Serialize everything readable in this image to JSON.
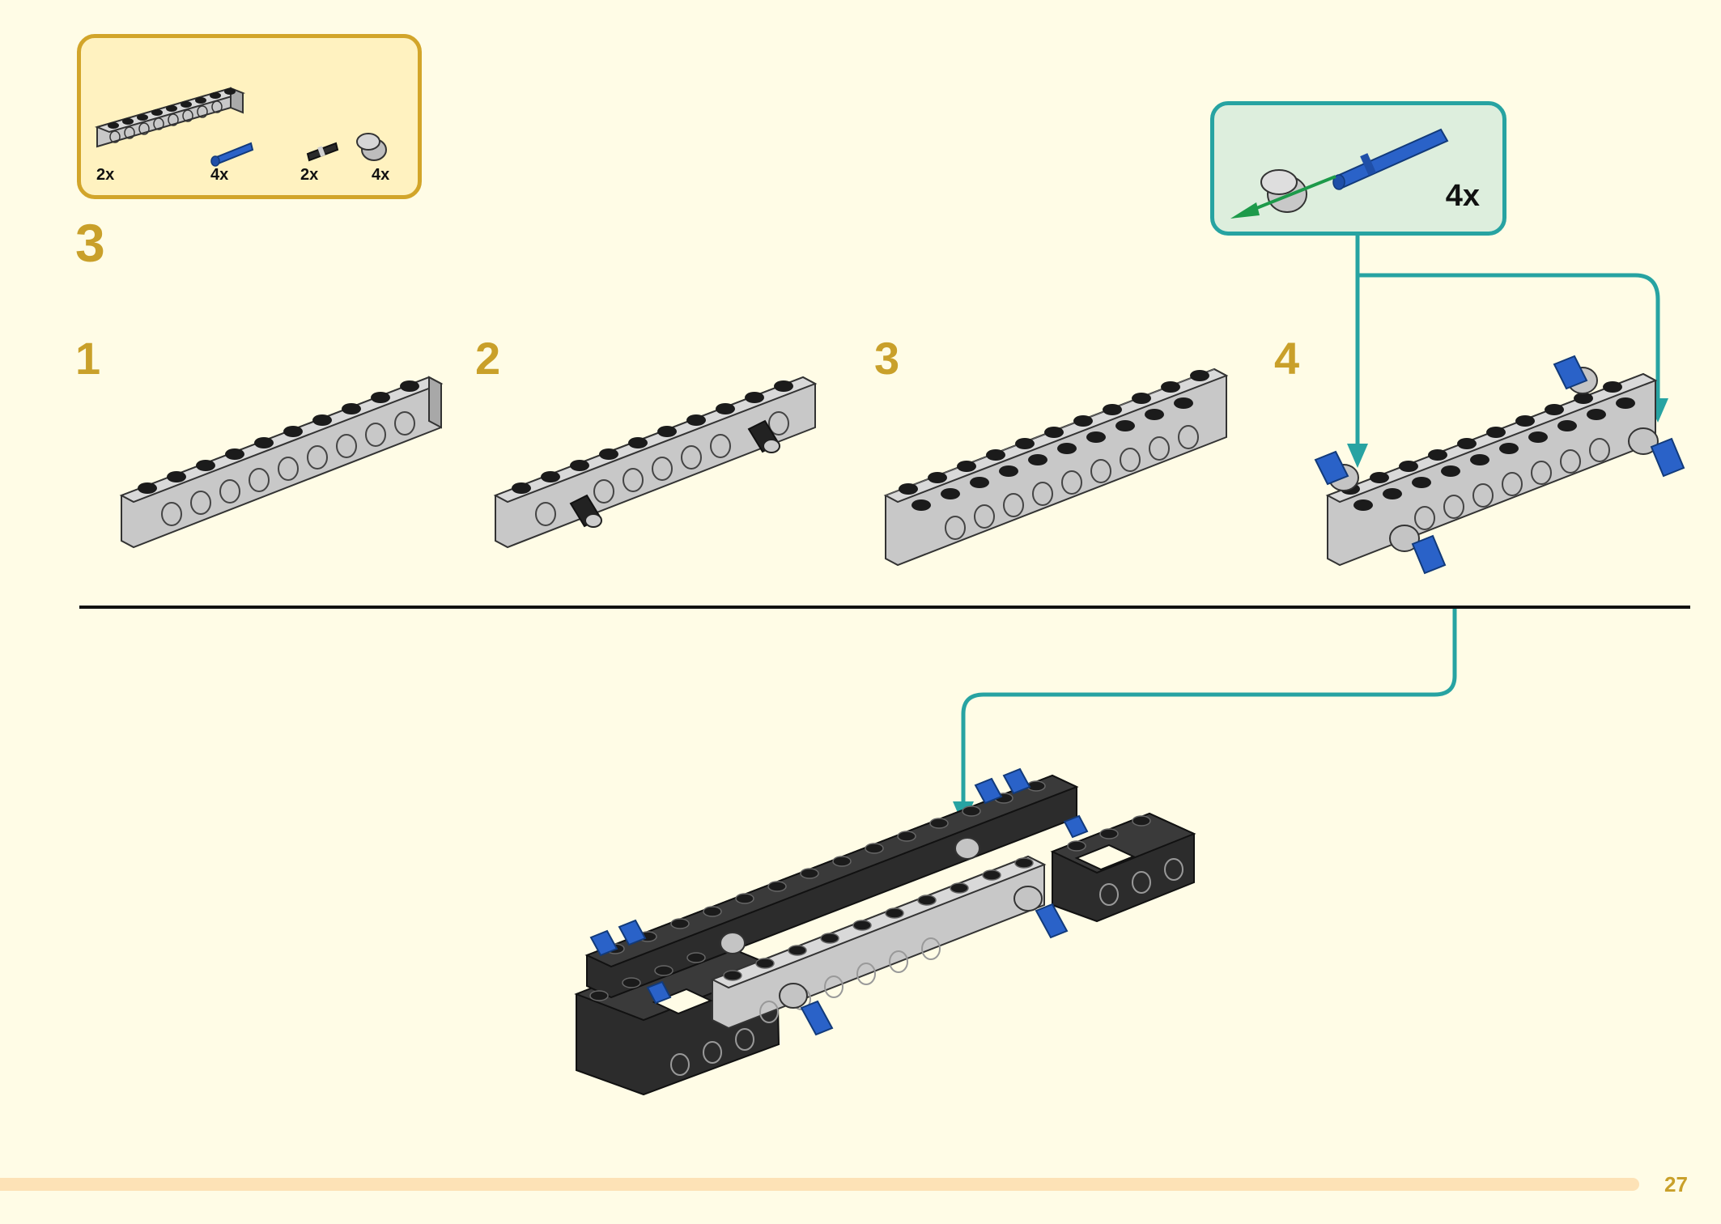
{
  "step": {
    "number": "3"
  },
  "parts_list": [
    {
      "icon": "technic-beam-9-icon",
      "qty": "2x"
    },
    {
      "icon": "blue-axle-pin-icon",
      "qty": "4x"
    },
    {
      "icon": "black-friction-pin-icon",
      "qty": "2x"
    },
    {
      "icon": "grey-bushing-icon",
      "qty": "4x"
    }
  ],
  "substeps": [
    {
      "number": "1"
    },
    {
      "number": "2"
    },
    {
      "number": "3"
    },
    {
      "number": "4"
    }
  ],
  "callout": {
    "qty": "4x"
  },
  "page": {
    "number": "27"
  },
  "colors": {
    "background": "#fffce6",
    "accent_gold": "#c9a02a",
    "callout_teal": "#27a3a2",
    "beam_grey": "#c8c8c8",
    "beam_black": "#2a2a2a",
    "pin_blue": "#2a62c8"
  }
}
